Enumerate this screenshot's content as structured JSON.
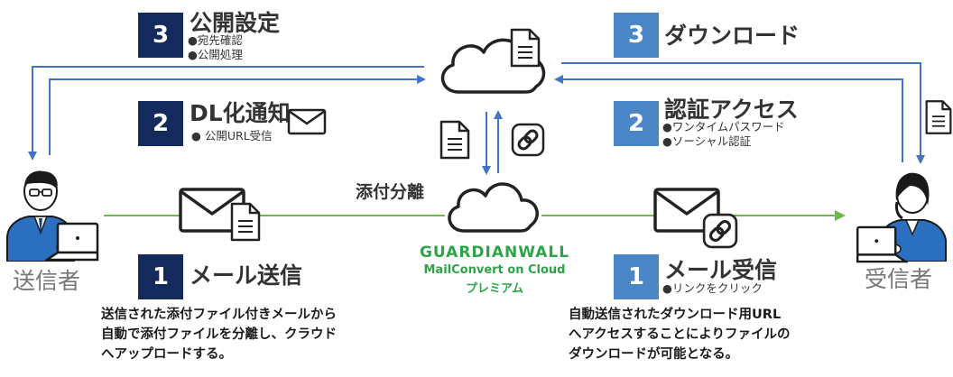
{
  "steps": {
    "left_3": {
      "num": "3",
      "title": "公開設定",
      "items": [
        "●宛先確認",
        "●公開処理"
      ]
    },
    "left_2": {
      "num": "2",
      "title": "DL化通知",
      "items": [
        "● 公開URL受信"
      ]
    },
    "left_1": {
      "num": "1",
      "title": "メール送信"
    },
    "right_3": {
      "num": "3",
      "title": "ダウンロード"
    },
    "right_2": {
      "num": "2",
      "title": "認証アクセス",
      "items": [
        "●ワンタイムパスワード",
        "●ソーシャル認証"
      ]
    },
    "right_1": {
      "num": "1",
      "title": "メール受信",
      "items": [
        "●リンクをクリック"
      ]
    }
  },
  "center": {
    "separation_label": "添付分離",
    "brand_name": "GUARDIANWALL",
    "brand_product": "MailConvert on Cloud",
    "brand_edition": "プレミアム"
  },
  "people": {
    "sender": "送信者",
    "receiver": "受信者"
  },
  "descriptions": {
    "sender": [
      "送信された添付ファイル付きメールから",
      "自動で添付ファイルを分離し、クラウド",
      "へアップロードする。"
    ],
    "receiver": [
      "自動送信されたダウンロード用URL",
      "へアクセスすることによりファイルの",
      "ダウンロードが可能となる。"
    ]
  },
  "colors": {
    "arrow_blue": "#4472c4",
    "arrow_green": "#70b84a",
    "badge_dark": "#142a5c",
    "badge_light": "#4a86c8",
    "brand_green": "#2ea34a",
    "suit_blue": "#2b6fc0"
  },
  "icons": [
    "cloud-icon",
    "document-icon",
    "envelope-icon",
    "link-icon",
    "person-icon",
    "laptop-icon"
  ]
}
